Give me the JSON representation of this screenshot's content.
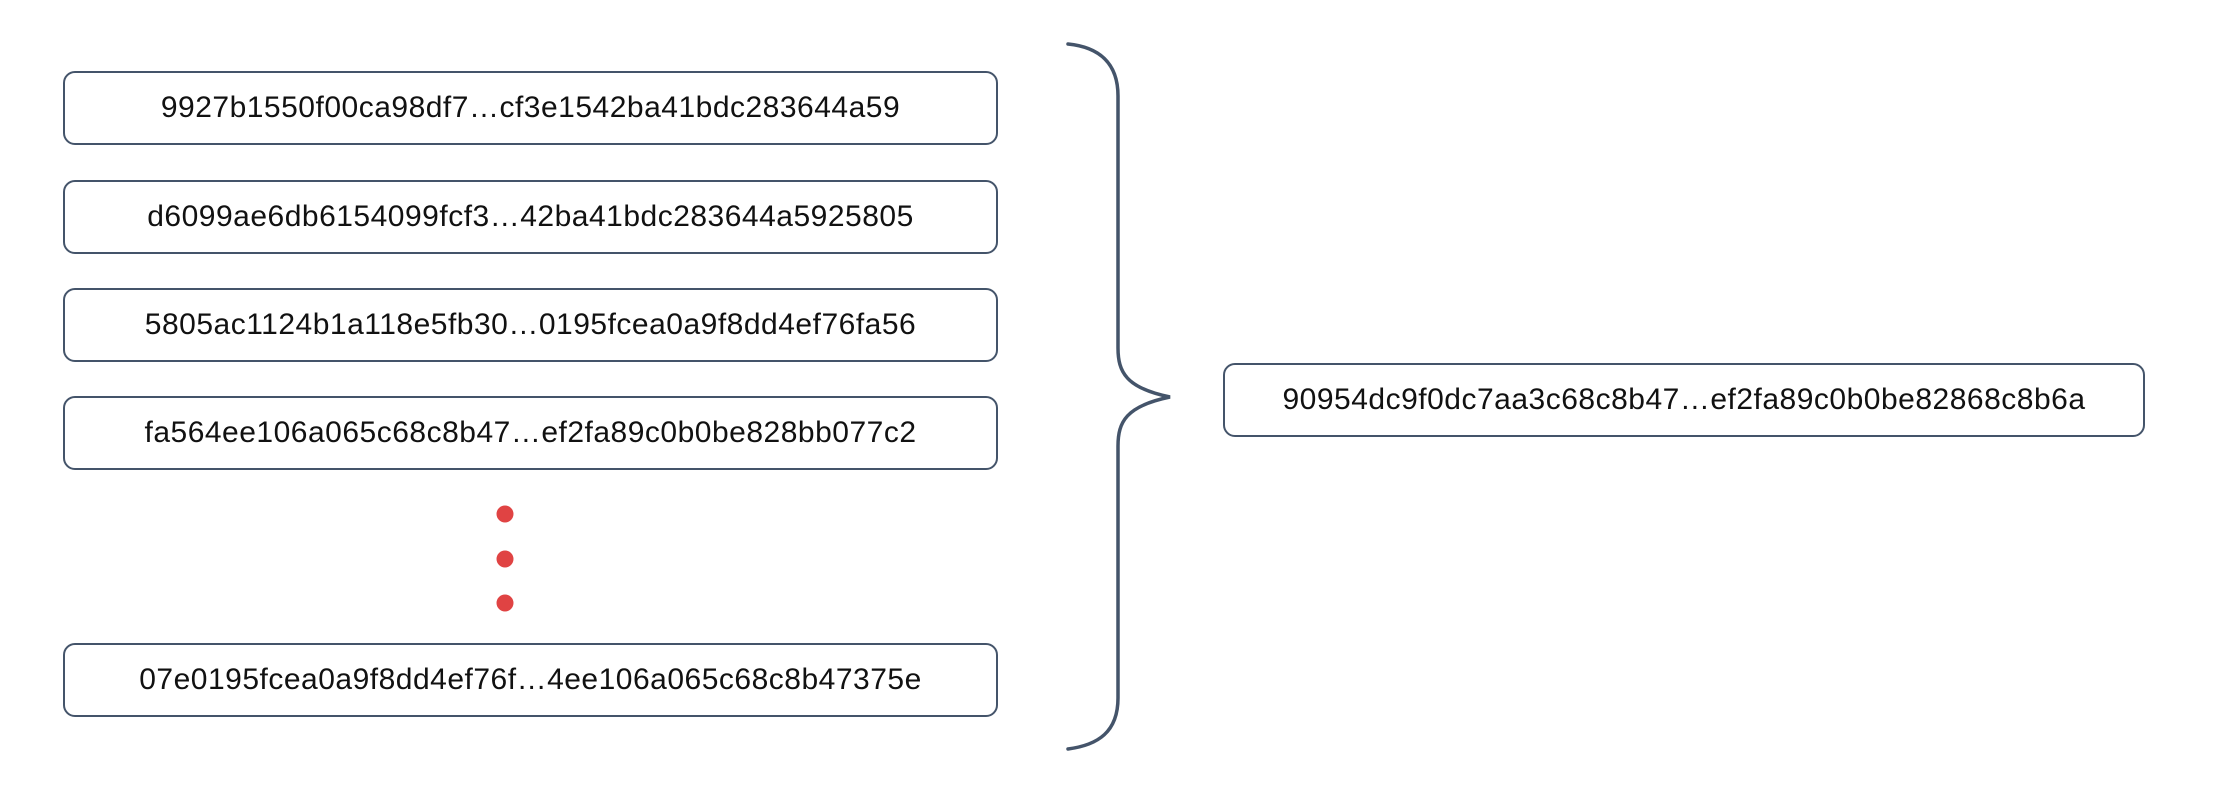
{
  "colors": {
    "box_border": "#44546a",
    "brace": "#44546a",
    "dot": "#e04343",
    "text": "#111111",
    "background": "#ffffff"
  },
  "diagram": {
    "input_hashes": [
      "9927b1550f00ca98df7…cf3e1542ba41bdc283644a59",
      "d6099ae6db6154099fcf3…42ba41bdc283644a5925805",
      "5805ac1124b1a118e5fb30…0195fcea0a9f8dd4ef76fa56",
      "fa564ee106a065c68c8b47…ef2fa89c0b0be828bb077c2",
      "07e0195fcea0a9f8dd4ef76f…4ee106a065c68c8b47375e"
    ],
    "ellipsis_dot_count": 3,
    "output_hash": "90954dc9f0dc7aa3c68c8b47…ef2fa89c0b0be82868c8b6a"
  }
}
